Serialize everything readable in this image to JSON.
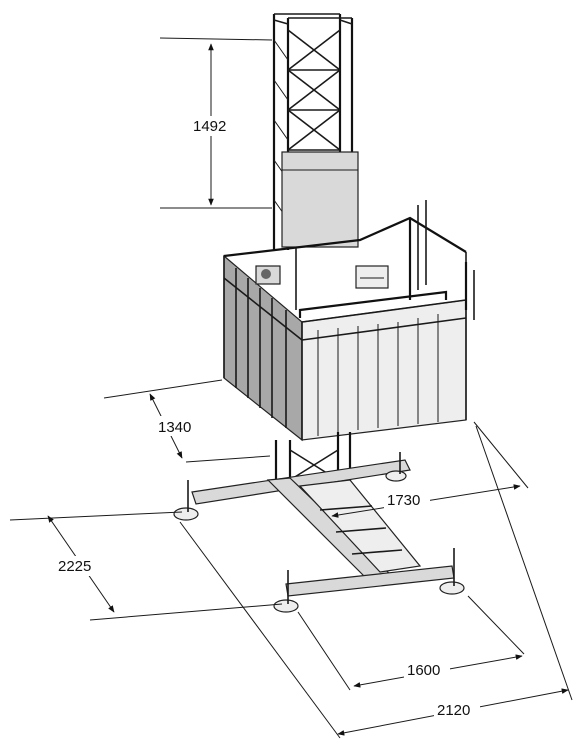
{
  "dimensions": {
    "mast_section_height": "1492",
    "platform_height": "1340",
    "base_depth": "1730",
    "base_width_left": "2225",
    "inner_width": "1600",
    "overall_width": "2120"
  },
  "colors": {
    "line": "#1a1a1a",
    "panel": "#d9d9d9",
    "panel_dark": "#a8a8a8",
    "background": "#ffffff"
  }
}
